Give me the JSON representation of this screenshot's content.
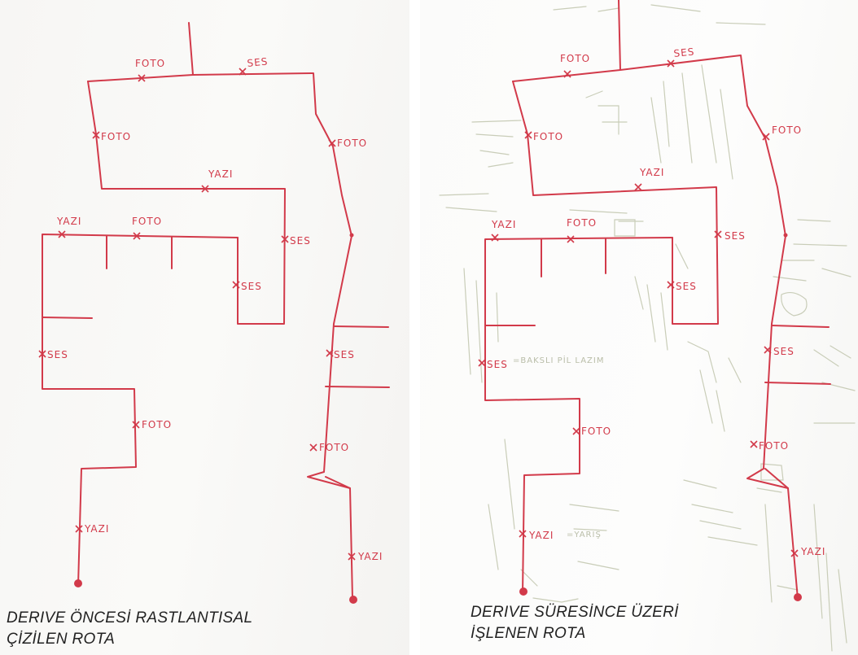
{
  "left_panel": {
    "caption_line1": "DERIVE ÖNCESİ RASTLANTISAL",
    "caption_line2": "ÇİZİLEN ROTA",
    "labels": {
      "foto_top": "FOTO",
      "ses_top": "SES",
      "foto_left": "FOTO",
      "foto_right": "FOTO",
      "yazi_mid": "YAZI",
      "yazi_left": "YAZI",
      "foto_mid": "FOTO",
      "ses_right": "SES",
      "ses_inner": "SES",
      "ses_lower_left": "SES",
      "ses_lower_right": "SES",
      "foto_lower": "FOTO",
      "foto_lower_right": "FOTO",
      "yazi_bottom_left": "YAZI",
      "yazi_bottom_right": "YAZI"
    }
  },
  "right_panel": {
    "caption_line1": "DERIVE SÜRESİNCE ÜZERİ",
    "caption_line2": "İŞLENEN ROTA",
    "labels": {
      "foto_top": "FOTO",
      "ses_top": "SES",
      "foto_left": "FOTO",
      "foto_right": "FOTO",
      "yazi_mid": "YAZI",
      "yazi_left": "YAZI",
      "foto_mid": "FOTO",
      "ses_right": "SES",
      "ses_inner": "SES",
      "ses_lower_left": "SES",
      "ses_lower_right": "SES",
      "foto_lower": "FOTO",
      "foto_lower_right": "FOTO",
      "yazi_bottom_left": "YAZI",
      "yazi_bottom_right": "YAZI"
    },
    "notes": {
      "ses_note": "=BAKSLI PİL LAZIM",
      "yazi_note": "=YARIŞ"
    }
  },
  "colors": {
    "ink": "#d23a4a",
    "pencil": "#c9cdb8",
    "caption": "#222222"
  }
}
